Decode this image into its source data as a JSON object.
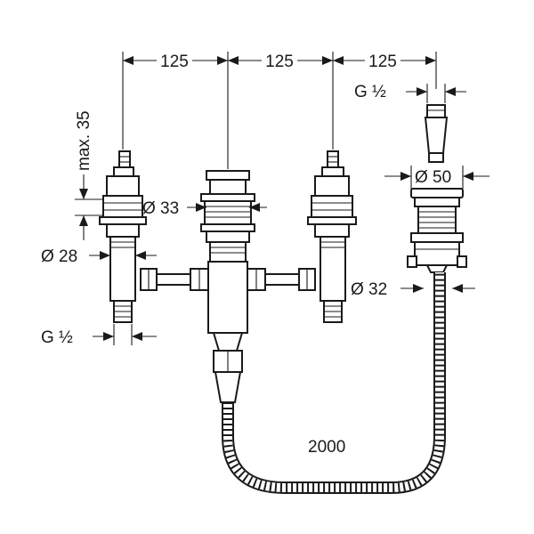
{
  "diagram": {
    "dimensions": {
      "spacing_1": "125",
      "spacing_2": "125",
      "spacing_3": "125",
      "max_depth": "max. 35",
      "valve_diameter": "Ø 33",
      "body_diameter": "Ø 28",
      "inlet_thread": "G ½",
      "spout_thread": "G ½",
      "spout_diameter": "Ø 50",
      "spout_body_diameter": "Ø 32",
      "hose_length": "2000"
    }
  }
}
